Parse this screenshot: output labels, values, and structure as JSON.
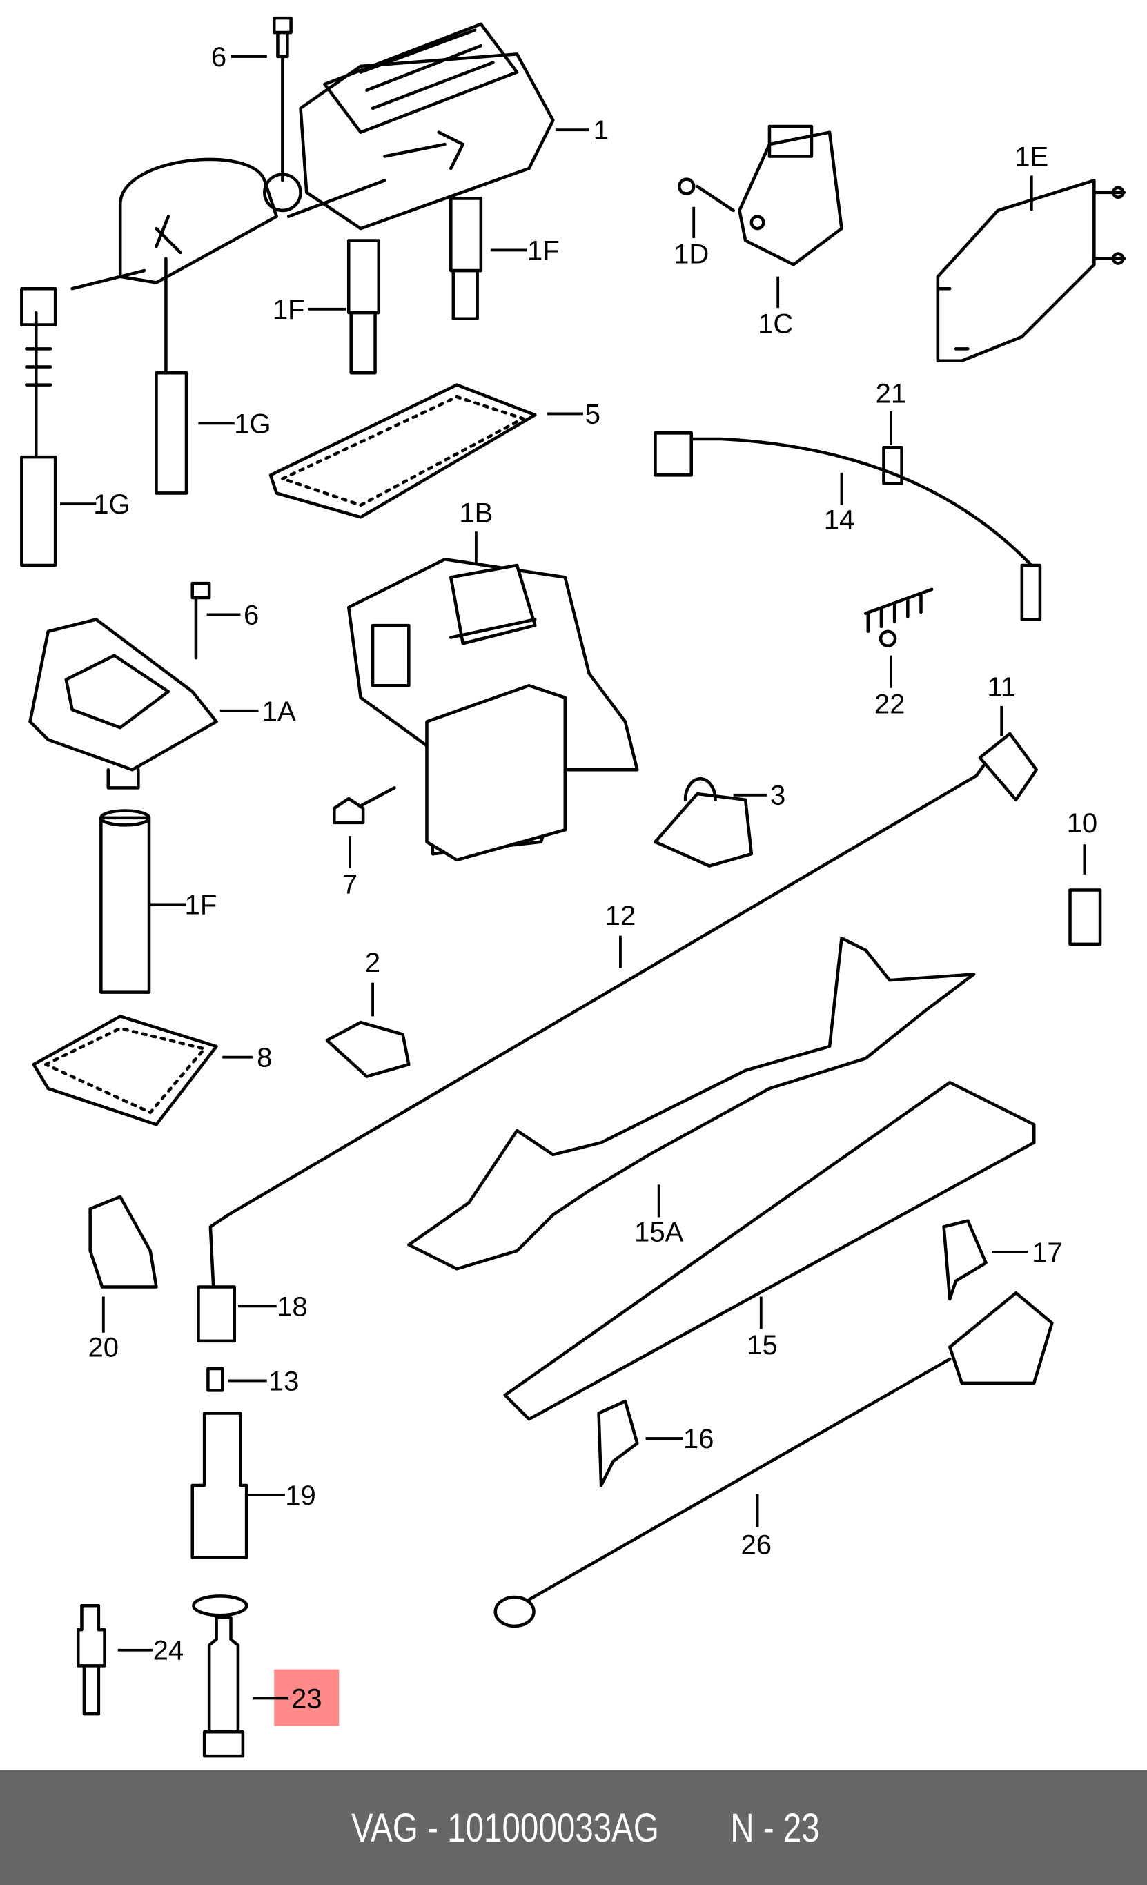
{
  "diagram": {
    "callouts": [
      "6",
      "1",
      "1F",
      "1F",
      "1G",
      "1G",
      "5",
      "1D",
      "1C",
      "1E",
      "21",
      "14",
      "22",
      "1B",
      "6",
      "1A",
      "7",
      "3",
      "11",
      "10",
      "1F",
      "12",
      "2",
      "8",
      "15A",
      "17",
      "20",
      "18",
      "15",
      "13",
      "16",
      "19",
      "26",
      "24",
      "23"
    ],
    "highlighted_callout": "23",
    "highlight_color": "#ff8888"
  },
  "footer": {
    "part_code": "VAG - 101000033AG",
    "position": "N - 23",
    "background": "#666666"
  }
}
